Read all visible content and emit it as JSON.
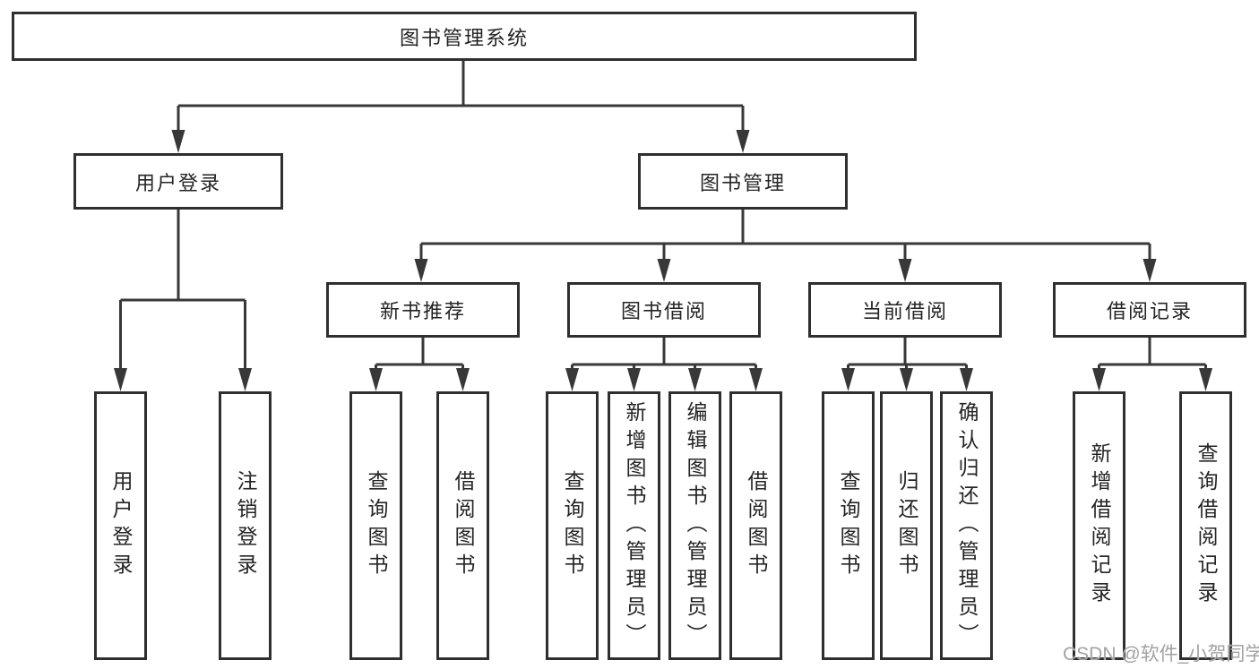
{
  "diagram": {
    "root": {
      "label": "图书管理系统"
    },
    "branches": [
      {
        "label": "用户登录",
        "leaves": [
          {
            "label": "用户登录"
          },
          {
            "label": "注销登录"
          }
        ]
      },
      {
        "label": "图书管理",
        "groups": [
          {
            "label": "新书推荐",
            "leaves": [
              {
                "label": "查询图书"
              },
              {
                "label": "借阅图书"
              }
            ]
          },
          {
            "label": "图书借阅",
            "leaves": [
              {
                "label": "查询图书"
              },
              {
                "label": "新增图书（管理员）"
              },
              {
                "label": "编辑图书（管理员）"
              },
              {
                "label": "借阅图书"
              }
            ]
          },
          {
            "label": "当前借阅",
            "leaves": [
              {
                "label": "查询图书"
              },
              {
                "label": "归还图书"
              },
              {
                "label": "确认归还（管理员）"
              }
            ]
          },
          {
            "label": "借阅记录",
            "leaves": [
              {
                "label": "新增借阅记录"
              },
              {
                "label": "查询借阅记录"
              }
            ]
          }
        ]
      }
    ]
  },
  "watermark": "CSDN @软件_小贺同学",
  "colors": {
    "line": "#383838",
    "box_border": "#2f2f2f",
    "text": "#242424",
    "watermark": "#a2a2a2",
    "background": "#ffffff"
  }
}
